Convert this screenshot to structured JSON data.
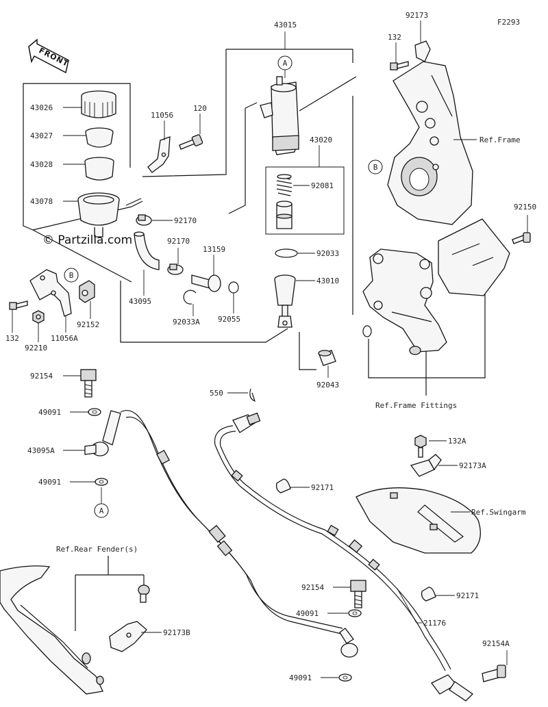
{
  "figure_code": "F2293",
  "watermark": "© Partzilla.com",
  "front_label": "FRONT",
  "markers": {
    "a": "A",
    "b": "B"
  },
  "parts": {
    "p43015": "43015",
    "p43026": "43026",
    "p43027": "43027",
    "p43028": "43028",
    "p43078": "43078",
    "p11056": "11056",
    "p120": "120",
    "p43020": "43020",
    "p92081": "92081",
    "p92170a": "92170",
    "p92170b": "92170",
    "p13159": "13159",
    "p43095": "43095",
    "p92033a": "92033A",
    "p92055": "92055",
    "p92033": "92033",
    "p43010": "43010",
    "p132a": "132",
    "p92152": "92152",
    "p92210": "92210",
    "p11056a": "11056A",
    "p92043": "92043",
    "p550": "550",
    "p92154a": "92154",
    "p49091a": "49091",
    "p43095a": "43095A",
    "p49091b": "49091",
    "p92171a": "92171",
    "p92173": "92173",
    "p132b": "132",
    "p92150": "92150",
    "p132A": "132A",
    "p92173A": "92173A",
    "p92154b": "92154",
    "p49091c": "49091",
    "p49091d": "49091",
    "p92171b": "92171",
    "p21176": "21176",
    "p92154A": "92154A",
    "p92173B": "92173B"
  },
  "refs": {
    "frame": "Ref.Frame",
    "frame_fittings": "Ref.Frame Fittings",
    "swingarm": "Ref.Swingarm",
    "rear_fender": "Ref.Rear Fender(s)"
  }
}
